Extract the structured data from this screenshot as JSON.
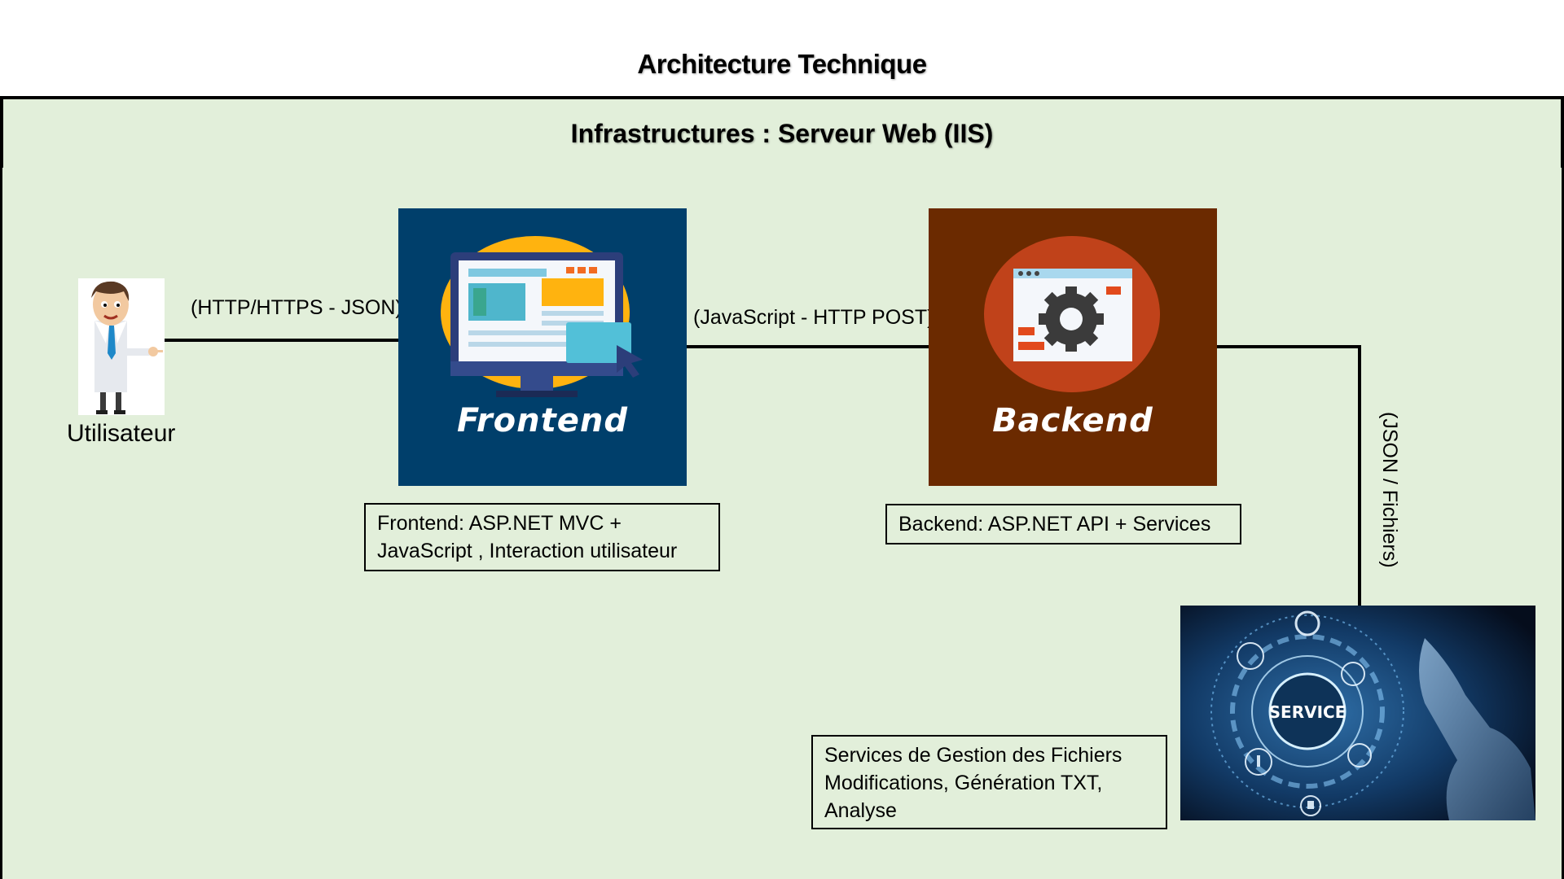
{
  "title": "Architecture Technique",
  "infrastructure": {
    "label": "Infrastructures : Serveur Web (IIS)"
  },
  "colors": {
    "background": "#e2efda",
    "frontend_tile": "#003f6b",
    "backend_tile": "#6b2a00",
    "backend_circle": "#c0421a",
    "frontend_blob": "#ffb30f"
  },
  "user": {
    "label": "Utilisateur",
    "icon": "businessman-pointing-icon"
  },
  "connections": {
    "user_frontend": "(HTTP/HTTPS - JSON)",
    "frontend_backend": "(JavaScript - HTTP POST)",
    "backend_services": "(JSON / Fichiers)"
  },
  "frontend": {
    "tile_label": "Frontend",
    "icon": "desktop-monitor-icon",
    "description": [
      "Frontend: ASP.NET MVC +",
      "JavaScript , Interaction utilisateur"
    ]
  },
  "backend": {
    "tile_label": "Backend",
    "icon": "browser-gear-icon",
    "description": [
      "Backend: ASP.NET API + Services"
    ]
  },
  "services": {
    "image_text": "SERVICE",
    "icon": "service-hub-icon",
    "description": [
      "Services de Gestion des Fichiers",
      "Modifications, Génération TXT,",
      "Analyse"
    ]
  }
}
